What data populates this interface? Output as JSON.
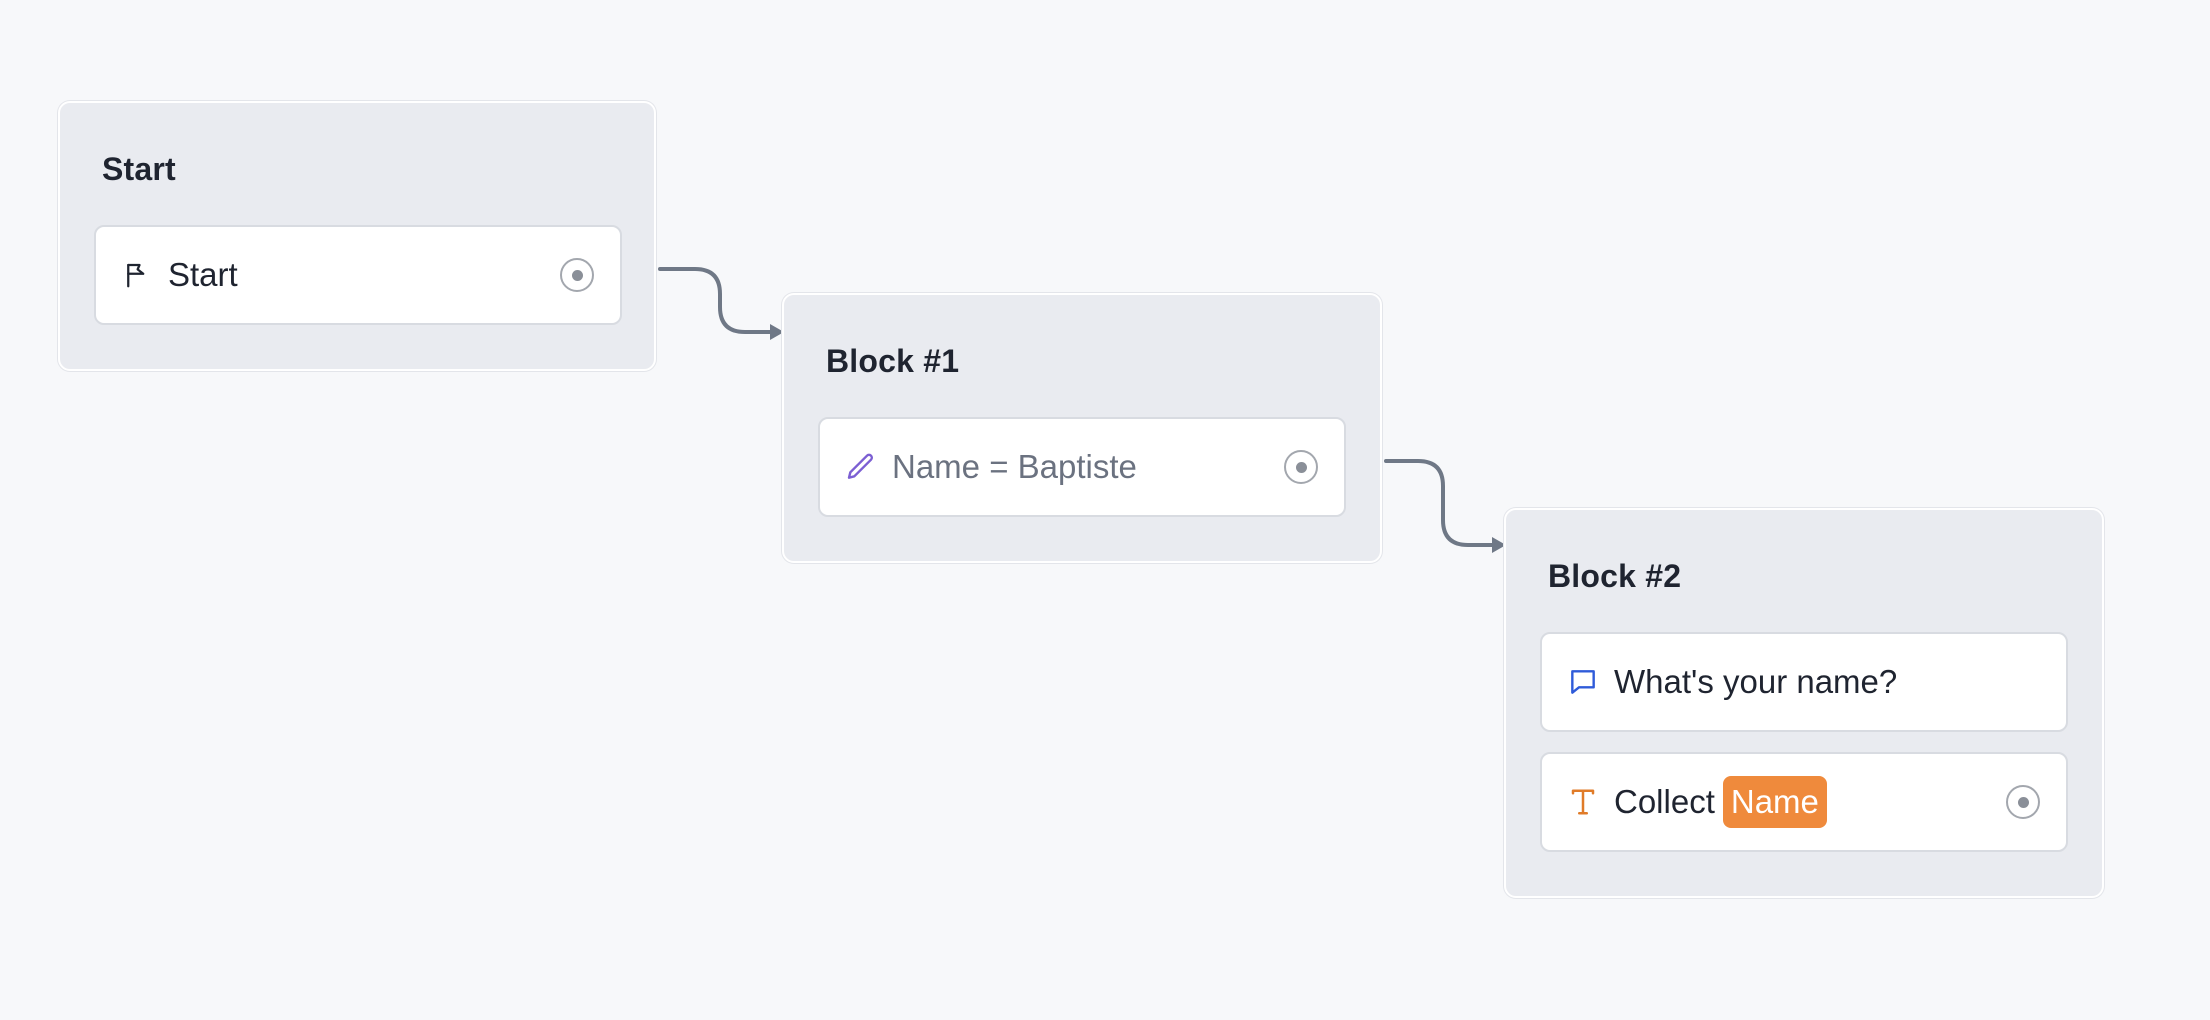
{
  "canvas": {
    "background": "#f7f8fa"
  },
  "groups": [
    {
      "title": "Start",
      "blocks": [
        {
          "icon": "flag-icon",
          "label": "Start",
          "has_endpoint": true
        }
      ]
    },
    {
      "title": "Block #1",
      "blocks": [
        {
          "icon": "pencil-icon",
          "label": "Name = Baptiste",
          "has_endpoint": true
        }
      ]
    },
    {
      "title": "Block #2",
      "blocks": [
        {
          "icon": "chat-bubble-icon",
          "label": "What's your name?",
          "has_endpoint": false
        },
        {
          "icon": "text-input-icon",
          "label": "Collect",
          "variable": "Name",
          "has_endpoint": true
        }
      ]
    }
  ],
  "colors": {
    "edge": "#6f7886",
    "pencil_icon": "#7c5fd3",
    "chat_icon": "#2f5bd9",
    "text_icon": "#e07b28",
    "variable_pill": "#ef8a3c"
  }
}
